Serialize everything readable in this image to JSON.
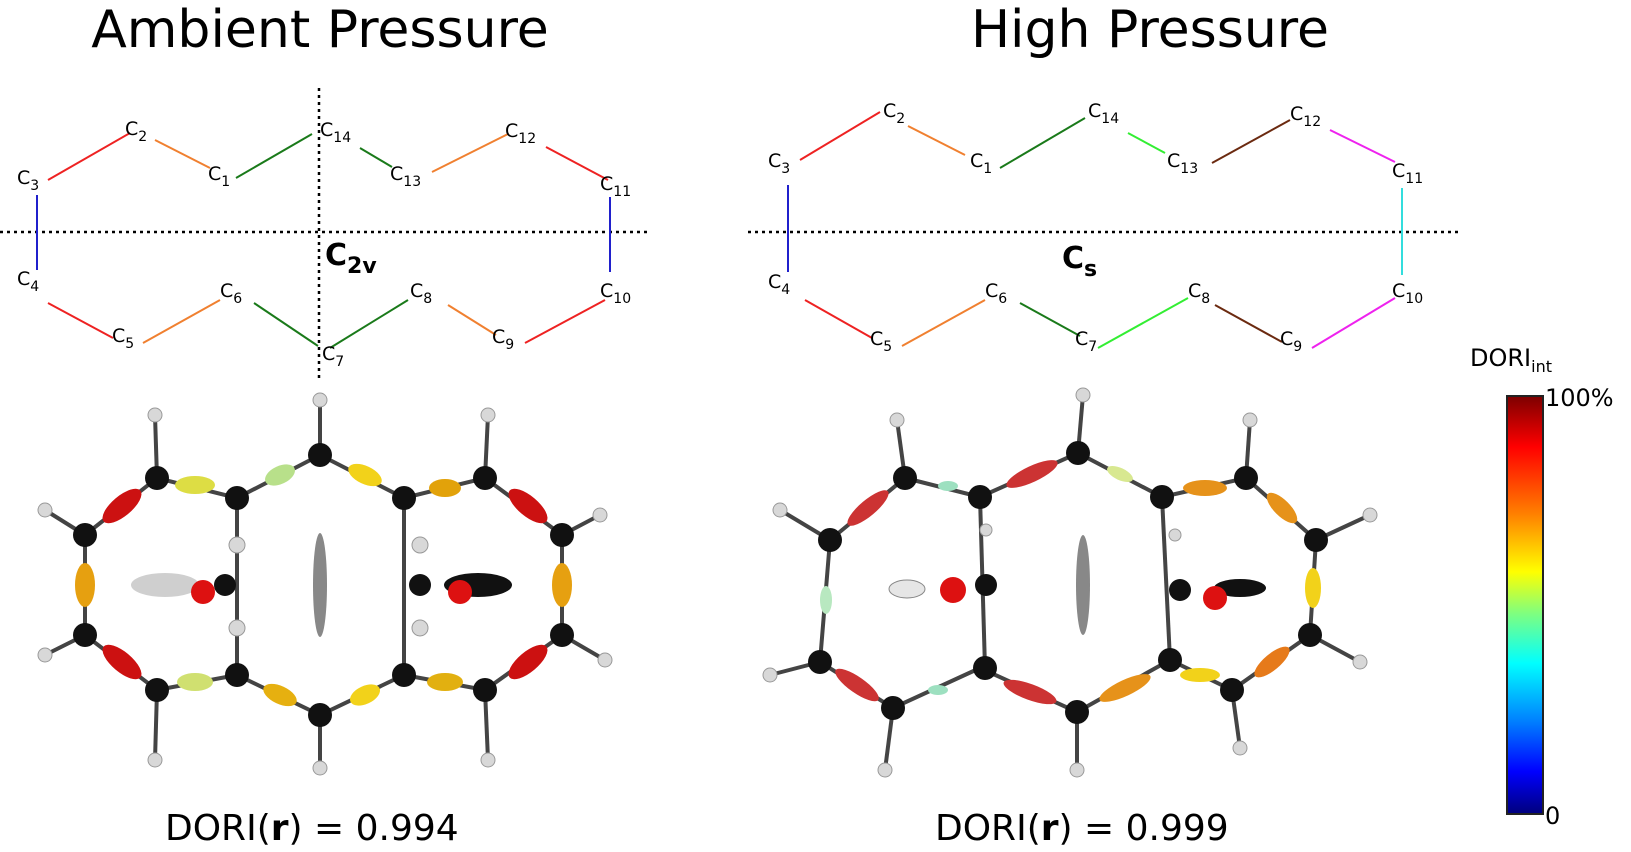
{
  "panels": {
    "left": {
      "title": "Ambient Pressure",
      "symmetry": {
        "base": "C",
        "sub": "2v"
      },
      "dori_prefix": "DORI(",
      "dori_var": "r",
      "dori_suffix": ") = 0.994"
    },
    "right": {
      "title": "High Pressure",
      "symmetry": {
        "base": "C",
        "sub": "s"
      },
      "dori_prefix": "DORI(",
      "dori_var": "r",
      "dori_suffix": ") = 0.999"
    }
  },
  "atom_labels": {
    "C1": {
      "base": "C",
      "sub": "1"
    },
    "C2": {
      "base": "C",
      "sub": "2"
    },
    "C3": {
      "base": "C",
      "sub": "3"
    },
    "C4": {
      "base": "C",
      "sub": "4"
    },
    "C5": {
      "base": "C",
      "sub": "5"
    },
    "C6": {
      "base": "C",
      "sub": "6"
    },
    "C7": {
      "base": "C",
      "sub": "7"
    },
    "C8": {
      "base": "C",
      "sub": "8"
    },
    "C9": {
      "base": "C",
      "sub": "9"
    },
    "C10": {
      "base": "C",
      "sub": "10"
    },
    "C11": {
      "base": "C",
      "sub": "11"
    },
    "C12": {
      "base": "C",
      "sub": "12"
    },
    "C13": {
      "base": "C",
      "sub": "13"
    },
    "C14": {
      "base": "C",
      "sub": "14"
    }
  },
  "colorbar": {
    "title_base": "DORI",
    "title_sub": "int",
    "max_label": "100%",
    "min_label": "0",
    "colors": [
      "#7f0000",
      "#ff0000",
      "#ff7f00",
      "#ffff00",
      "#7fff7f",
      "#00ffff",
      "#007fff",
      "#0000ff",
      "#00007f"
    ]
  },
  "bond_colors": {
    "red": "#ee2222",
    "orange": "#f08030",
    "green": "#1a7a1a",
    "blue": "#2020cc",
    "lime": "#33ee33",
    "brown": "#6b2a10",
    "magenta": "#ee22ee",
    "cyan": "#33dddd"
  }
}
